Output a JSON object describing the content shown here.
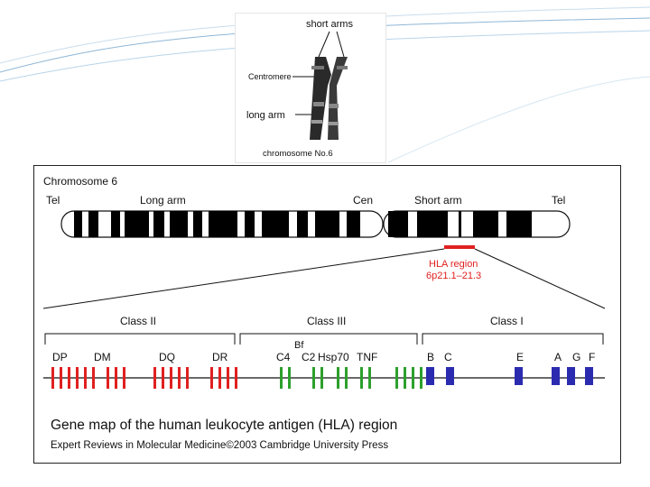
{
  "photo": {
    "short_arms": "short arms",
    "centromere": "Centromere",
    "long_arm": "long arm",
    "caption": "chromosome No.6"
  },
  "figure": {
    "chromosome_title": "Chromosome 6",
    "arm_labels": {
      "tel_left": "Tel",
      "long_arm": "Long arm",
      "cen": "Cen",
      "short_arm": "Short arm",
      "tel_right": "Tel"
    },
    "hla_region": {
      "label": "HLA region",
      "location": "6p21.1–21.3",
      "color": "#e02020"
    },
    "classes": {
      "class2": "Class II",
      "class3": "Class III",
      "class1": "Class I"
    },
    "genes": {
      "class2": [
        "DP",
        "DM",
        "DQ",
        "DR"
      ],
      "class3": [
        "Bf",
        "C4",
        "C2",
        "Hsp70",
        "TNF"
      ],
      "class1": [
        "B",
        "C",
        "E",
        "A",
        "G",
        "F"
      ]
    },
    "colors": {
      "class2": "#e02020",
      "class3": "#2ca02c",
      "class1": "#2b2bb0"
    },
    "caption_title": "Gene map of the human leukocyte antigen (HLA) region",
    "caption_source": "Expert Reviews in Molecular Medicine©2003 Cambridge University Press"
  }
}
